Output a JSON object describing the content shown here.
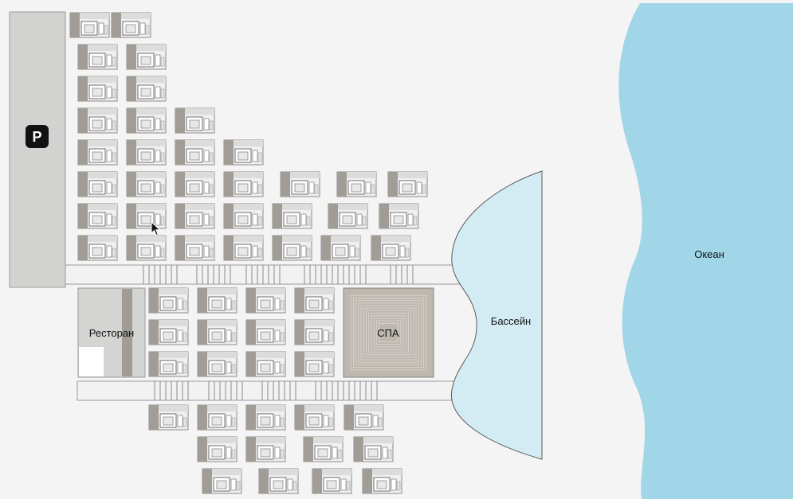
{
  "map": {
    "parking": {
      "label": "P"
    },
    "restaurant": {
      "label": "Ресторан"
    },
    "spa": {
      "label": "СПА"
    },
    "pool": {
      "label": "Бассейн"
    },
    "ocean": {
      "label": "Океан"
    }
  },
  "colors": {
    "background": "#f4f4f4",
    "parking": "#d2d2d0",
    "parking_badge": "#111111",
    "villa_dark": "#a19d96",
    "villa_frame": "#6e6e6e",
    "spa": "#bdb7b0",
    "pool": "#d3ecf4",
    "ocean": "#a0d6e8",
    "walkway": "#f2f2f2"
  }
}
